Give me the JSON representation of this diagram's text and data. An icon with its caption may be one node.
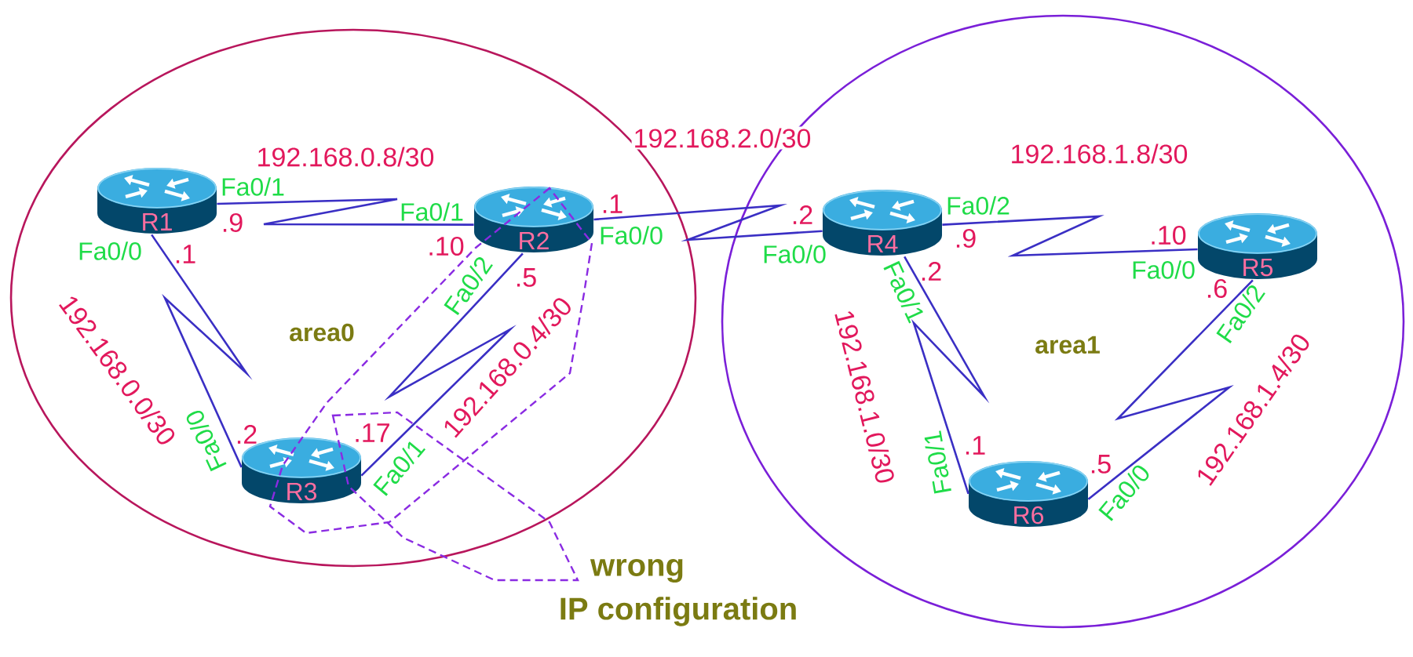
{
  "diagram": {
    "nodes": [
      {
        "text": [
          "area0"
        ]
      },
      {
        "text": [
          "area1"
        ]
      },
      {
        "text": [
          "R1"
        ],
        "in": 0,
        "beside": [
          "Fa0/1",
          ".9",
          "Fa0/0",
          ".1"
        ]
      },
      {
        "text": [
          "R2"
        ],
        "in": 0,
        "beside": [
          "Fa0/1",
          ".10",
          "Fa0/2",
          ".5",
          ".1",
          "Fa0/0"
        ]
      },
      {
        "text": [
          "R3"
        ],
        "in": 0,
        "beside": [
          "Fa0/0",
          ".2",
          ".17",
          "Fa0/1"
        ]
      },
      {
        "text": [
          "R4"
        ],
        "in": 1,
        "beside": [
          "Fa0/0",
          ".2",
          "Fa0/2",
          ".9",
          "Fa0/1",
          ".2"
        ]
      },
      {
        "text": [
          "R5"
        ],
        "in": 1,
        "beside": [
          ".10",
          "Fa0/0",
          ".6",
          "Fa0/2"
        ]
      },
      {
        "text": [
          "R6"
        ],
        "in": 1,
        "beside": [
          ".1",
          "Fa0/1",
          ".5",
          "Fa0/0"
        ]
      }
    ],
    "edges": [
      {
        "from": 2,
        "to": 3,
        "arrow": "none",
        "label": "192.168.0.8/30"
      },
      {
        "from": 2,
        "to": 4,
        "arrow": "none",
        "label": "192.168.0.0/30"
      },
      {
        "from": 3,
        "to": 4,
        "arrow": "none",
        "label": "192.168.0.4/30"
      },
      {
        "from": 3,
        "to": 5,
        "arrow": "none",
        "label": "192.168.2.0/30"
      },
      {
        "from": 5,
        "to": 6,
        "arrow": "none",
        "label": "192.168.1.8/30"
      },
      {
        "from": 5,
        "to": 7,
        "arrow": "none",
        "label": "192.168.1.0/30"
      },
      {
        "from": 6,
        "to": 7,
        "arrow": "none",
        "label": "192.168.1.4/30"
      }
    ],
    "labels": [
      "wrong",
      "IP configuration"
    ]
  }
}
